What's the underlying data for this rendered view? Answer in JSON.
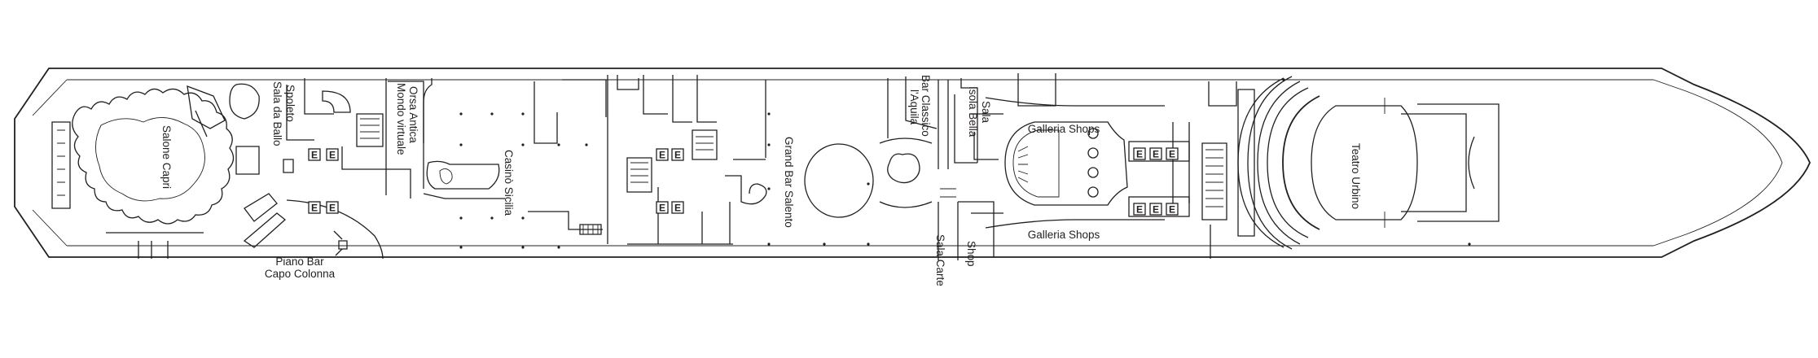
{
  "deck_plan": {
    "venues": {
      "salone_capri": "Salone Capri",
      "sala_da_ballo_spoleto_line1": "Sala da Ballo",
      "sala_da_ballo_spoleto_line2": "Spoleto",
      "mondo_virtuale_line1": "Mondo virtuale",
      "mondo_virtuale_line2": "Orsa Antica",
      "piano_bar_line1": "Piano Bar",
      "piano_bar_line2": "Capo Colonna",
      "casino_sicilia": "Casinò Sicilia",
      "grand_bar_salento": "Grand Bar Salento",
      "bar_classico_line1": "Bar Classico",
      "bar_classico_line2": "l'Aquila",
      "sala_isola_bella_line1": "Sala",
      "sala_isola_bella_line2": "Isola Bella",
      "galleria_shops_top": "Galleria Shops",
      "galleria_shops_bottom": "Galleria Shops",
      "sala_carte": "Sala Carte",
      "shop": "Shop",
      "teatro_urbino": "Teatro Urbino"
    },
    "elevator_symbol": "E"
  }
}
